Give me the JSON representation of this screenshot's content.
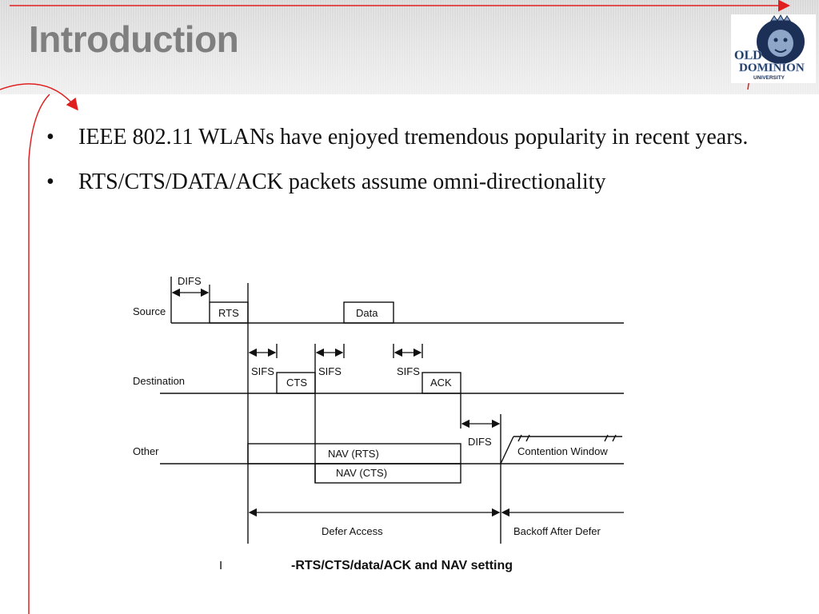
{
  "slide": {
    "title": "Introduction",
    "bullets": [
      "IEEE 802.11 WLANs have enjoyed tremendous popularity in recent years.",
      "RTS/CTS/DATA/ACK packets assume omni-directionality"
    ],
    "logo": {
      "text_top": "OLD",
      "text_main": "DOMINION",
      "text_sub": "UNIVERSITY",
      "primary_color": "#1b2f57",
      "accent_color": "#8ea6c8"
    },
    "accent_color": "#e02020"
  },
  "diagram": {
    "row_labels": {
      "source": "Source",
      "destination": "Destination",
      "other": "Other"
    },
    "frames": {
      "rts": "RTS",
      "cts": "CTS",
      "data": "Data",
      "ack": "ACK"
    },
    "intervals": {
      "difs": "DIFS",
      "sifs": "SIFS"
    },
    "nav": {
      "rts": "NAV (RTS)",
      "cts": "NAV (CTS)"
    },
    "contention_window": "Contention Window",
    "defer_access": "Defer Access",
    "backoff_after_defer": "Backoff After Defer",
    "caption_marker": "I",
    "caption": "-RTS/CTS/data/ACK and NAV setting"
  }
}
